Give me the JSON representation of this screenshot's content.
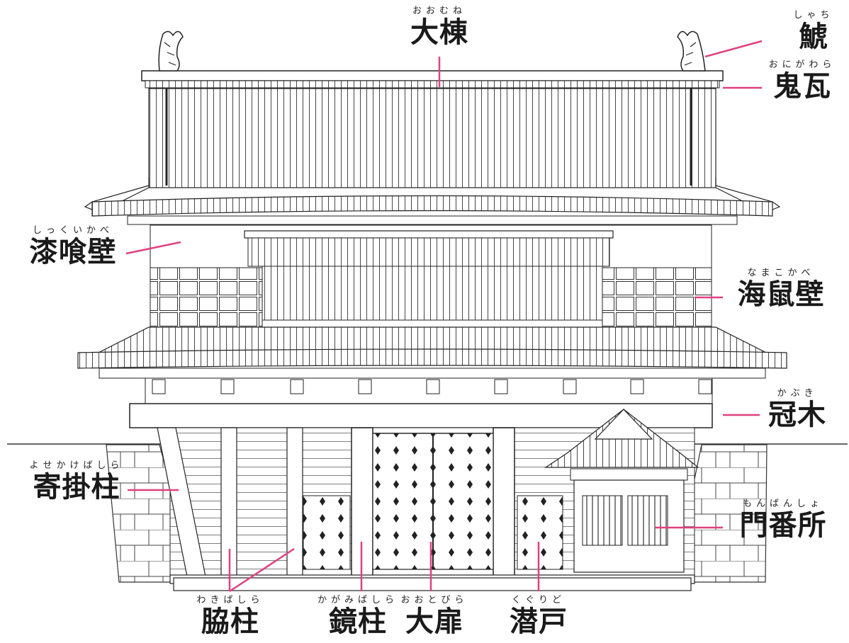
{
  "colors": {
    "leader": "#e0407f",
    "ink": "#1a1a1a",
    "paper": "#ffffff"
  },
  "labels": {
    "oomune": {
      "text": "大棟",
      "ruby": "おおむね"
    },
    "shachi": {
      "text": "鯱",
      "ruby": "しゃち"
    },
    "onigawara": {
      "text": "鬼瓦",
      "ruby": "おにがわら"
    },
    "shikkuikabe": {
      "text": "漆喰壁",
      "ruby": "しっくいかべ"
    },
    "namakokabe": {
      "text": "海鼠壁",
      "ruby": "なまこかべ"
    },
    "kabuki": {
      "text": "冠木",
      "ruby": "かぶき"
    },
    "yosekakebashira": {
      "text": "寄掛柱",
      "ruby": "よせかけばしら"
    },
    "monbansho": {
      "text": "門番所",
      "ruby": "もんばんしょ"
    },
    "wakibashira": {
      "text": "脇柱",
      "ruby": "わきばしら"
    },
    "kagamibashira": {
      "text": "鏡柱",
      "ruby": "かがみばしら"
    },
    "ootobira": {
      "text": "大扉",
      "ruby": "おおとびら"
    },
    "kuguridoo": {
      "text": "潜戸",
      "ruby": "くぐりど"
    }
  }
}
